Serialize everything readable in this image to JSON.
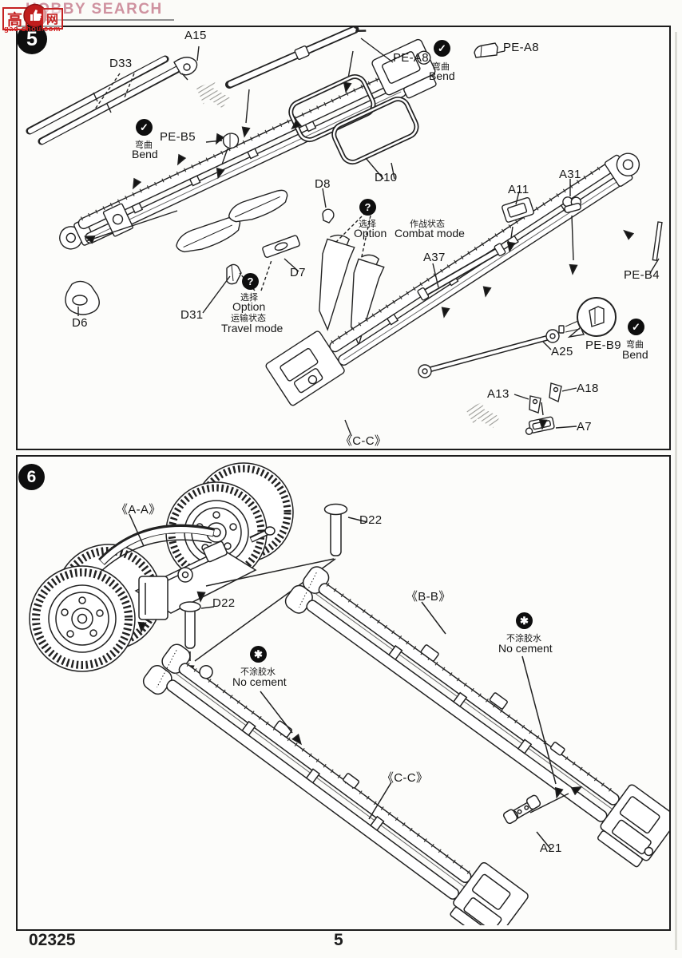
{
  "watermark": {
    "logo_cn_left": "高",
    "logo_cn_right": "网",
    "brand": "HOBBY SEARCH",
    "url": "gao-shou.com"
  },
  "icons": {
    "bend": "✓",
    "option": "?",
    "no_cement": "✱"
  },
  "steps": {
    "step5": {
      "number": "5",
      "parts": {
        "a15": "A15",
        "d33": "D33",
        "pe_a8": "PE-A8",
        "pe_a8_top": "PE-A8",
        "pe_b5": "PE-B5",
        "d10": "D10",
        "d8": "D8",
        "d7": "D7",
        "d31": "D31",
        "d6": "D6",
        "a11": "A11",
        "a31": "A31",
        "a37": "A37",
        "pe_b4": "PE-B4",
        "pe_b9": "PE-B9",
        "a25": "A25",
        "a13": "A13",
        "a18": "A18",
        "a7": "A7"
      },
      "view_label": "《C-C》",
      "notes": {
        "bend_cn": "弯曲",
        "bend_en": "Bend",
        "option_cn": "选择",
        "option_en": "Option",
        "travel_cn": "运输状态",
        "travel_en": "Travel mode",
        "combat_cn": "作战状态",
        "combat_en": "Combat mode"
      }
    },
    "step6": {
      "number": "6",
      "parts": {
        "d22_upper": "D22",
        "d22_lower": "D22",
        "a21": "A21"
      },
      "view_labels": {
        "aa": "《A-A》",
        "bb": "《B-B》",
        "cc": "《C-C》"
      },
      "notes": {
        "no_cement_cn": "不涂胶水",
        "no_cement_en": "No cement"
      }
    }
  },
  "footer": {
    "kit_number": "02325",
    "page_number": "5"
  }
}
